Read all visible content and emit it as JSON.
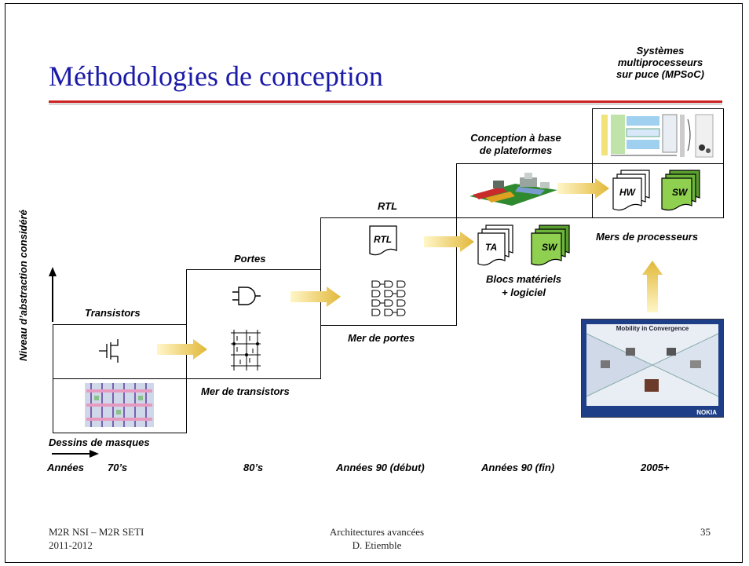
{
  "slide": {
    "title": "Méthodologies de conception",
    "corner_title": [
      "Systèmes",
      "multiprocesseurs",
      "sur puce (MPSoC)"
    ]
  },
  "axis": {
    "y_label": "Niveau d’abstraction considéré",
    "x_label": "Années",
    "years": [
      "70’s",
      "80’s",
      "Années 90 (début)",
      "Années 90 (fin)",
      "2005+"
    ]
  },
  "steps": {
    "transistors": "Transistors",
    "masques": "Dessins de masques",
    "portes": "Portes",
    "mer_transistors": "Mer de transistors",
    "rtl": "RTL",
    "mer_portes": "Mer de portes",
    "plateformes": [
      "Conception à base",
      "de plateformes"
    ],
    "blocs": [
      "Blocs matériels",
      "+ logiciel"
    ],
    "mers_processeurs": "Mers de processeurs"
  },
  "doc_labels": {
    "rtl": "RTL",
    "ta": "TA",
    "sw": "SW",
    "hw": "HW",
    "sw2": "SW"
  },
  "nokia_image": {
    "heading": "Mobility in Convergence",
    "brand": "NOKIA"
  },
  "footer": {
    "left": [
      "M2R NSI – M2R SETI",
      "2011-2012"
    ],
    "center": [
      "Architectures avancées",
      "D. Etiemble"
    ],
    "page_number": "35"
  },
  "colors": {
    "title": "#1a1aa8",
    "rule": "#cc2222",
    "arrow": "#e8c44a",
    "sw_green": "#7bc043"
  }
}
